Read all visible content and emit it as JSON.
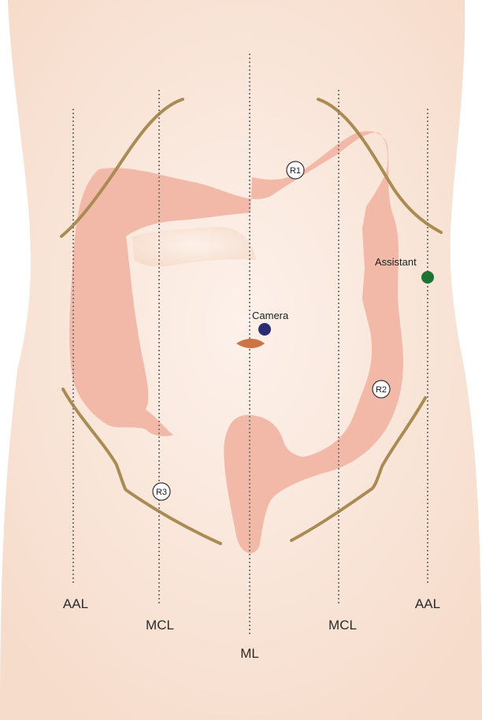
{
  "colors": {
    "torso_light": "#fdf1ea",
    "torso_dark": "#f6dccb",
    "colon": "#f2b8a8",
    "ribs_pelvis": "#a98b53",
    "guideline": "#7c7c7c",
    "umbilicus": "#cc7444",
    "camera_port": "#2b2d73",
    "assistant_port": "#1d7236"
  },
  "vertical_lines": [
    {
      "id": "aal-right",
      "label": "AAL"
    },
    {
      "id": "mcl-right",
      "label": "MCL"
    },
    {
      "id": "ml",
      "label": "ML"
    },
    {
      "id": "mcl-left",
      "label": "MCL"
    },
    {
      "id": "aal-left",
      "label": "AAL"
    }
  ],
  "ports": {
    "camera": {
      "label": "Camera",
      "icon": "filled-circle"
    },
    "assistant": {
      "label": "Assistant",
      "icon": "filled-circle"
    },
    "r1": {
      "label": "R1"
    },
    "r2": {
      "label": "R2"
    },
    "r3": {
      "label": "R3"
    }
  },
  "landmarks": {
    "umbilicus": "umbilicus-icon",
    "colon": "colon-shape",
    "costal_margin": "rib-arc",
    "pelvic_rim": "pelvis-arc"
  }
}
